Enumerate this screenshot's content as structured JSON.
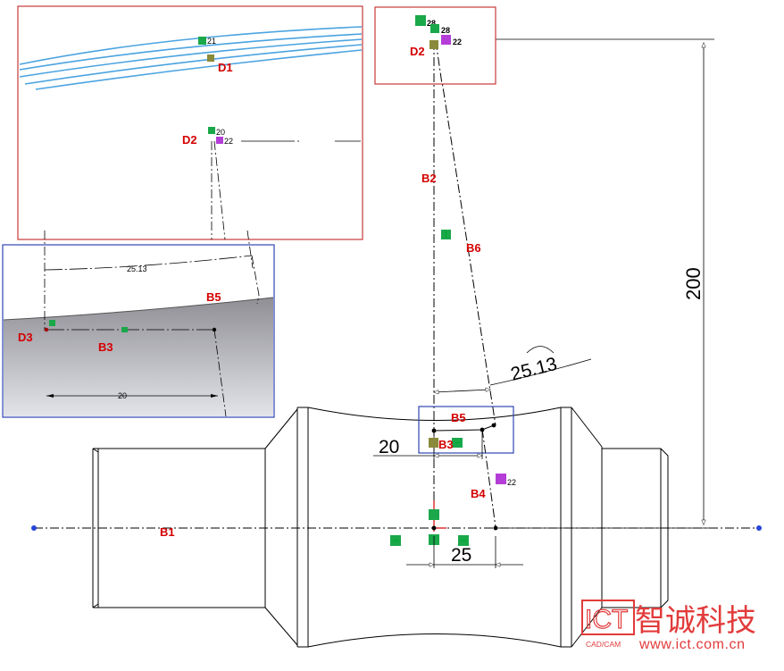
{
  "main": {
    "labels": {
      "B1": "B1",
      "B2": "B2",
      "B3": "B3",
      "B4": "B4",
      "B5": "B5",
      "B6": "B6",
      "D2": "D2"
    },
    "dimensions": {
      "height": "200",
      "angle": "25.13",
      "width_top": "20",
      "width_bottom": "25"
    },
    "relation_numbers": {
      "r28": "28",
      "r22": "22",
      "r22b": "22"
    }
  },
  "inset_top_left": {
    "labels": {
      "D1": "D1",
      "D2": "D2"
    },
    "numbers": {
      "a": "21",
      "b": "20",
      "c": "22"
    }
  },
  "inset_bottom_left": {
    "labels": {
      "D3": "D3",
      "B3": "B3",
      "B5": "B5"
    },
    "dimensions": {
      "angle": "25.13",
      "width": "20"
    }
  },
  "logo": {
    "mark": "ICT",
    "sub": "CAD/CAM",
    "name": "智诚科技",
    "url": "www.ict.com.cn",
    "colors": {
      "brand": "#e23b3b"
    }
  },
  "colors": {
    "inset_border": "#c8383a",
    "accent_blue": "#2f47b3",
    "relation_green": "#1aa84a",
    "relation_magenta": "#b43dd8",
    "curve_blue": "#4aa3e0"
  }
}
